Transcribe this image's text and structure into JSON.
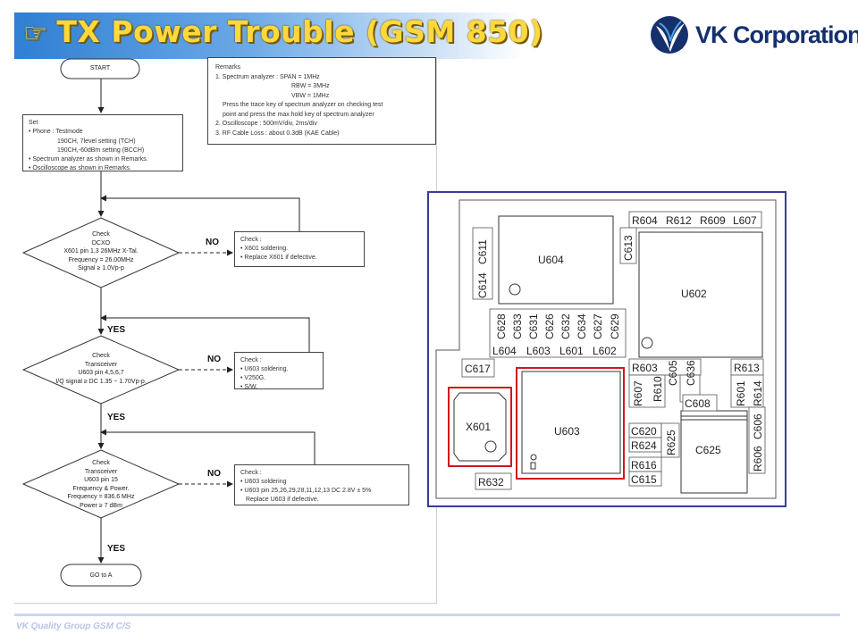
{
  "header": {
    "title_icon": "☞",
    "title": "TX Power Trouble (GSM 850)",
    "logo_text": "VK Corporation"
  },
  "flow": {
    "start": "START",
    "end": "GO to A",
    "set_lines": [
      "Set",
      "• Phone : Testmode",
      "190CH, 7level setting (TCH)",
      "190CH,-60dBm setting (BCCH)",
      "• Spectrum analyzer as shown in Remarks.",
      "• Oscilloscope as shown in Remarks."
    ],
    "remarks_lines": [
      "Remarks",
      "1. Spectrum analyzer :   SPAN = 1MHz",
      "RBW  = 3MHz",
      "VBW  = 1MHz",
      "Press the trace key of spectrum analyzer on checking test",
      "point and press the max hold key of spectrum analyzer",
      "2. Oscilloscope : 500mV/div, 2ms/div",
      "3. RF Cable Loss : about 0.3dB (KAE Cable)"
    ],
    "decisions": [
      {
        "lines": [
          "Check",
          "DCXO",
          "X601 pin 1,3 26MHz X-Tal.",
          "Frequency = 26.00MHz",
          "Signal ≥ 1.0Vp-p"
        ]
      },
      {
        "lines": [
          "Check",
          "Transceiver",
          "U603 pin 4,5,6,7",
          "I/Q signal ≥ DC 1.35 ~ 1.70Vp-p."
        ]
      },
      {
        "lines": [
          "Check",
          "Transceiver",
          "U603 pin 15",
          "Frequency & Power.",
          "Frequency = 836.6 MHz",
          "Power ≥ 7 dBm"
        ]
      }
    ],
    "checks": [
      {
        "lines": [
          "Check :",
          "• X601 soldering.",
          "• Replace X601 if defective."
        ]
      },
      {
        "lines": [
          "Check :",
          "• U603 soldering.",
          "• V250G.",
          "• S/W."
        ]
      },
      {
        "lines": [
          "Check :",
          "• U603 soldering",
          "• U603 pin 25,26,29,28,11,12,13 DC 2.8V ± 5%",
          "Replace U603 if defective."
        ]
      }
    ],
    "labels": {
      "yes": "YES",
      "no": "NO"
    }
  },
  "pcb": {
    "components": [
      "U604",
      "U602",
      "U603",
      "X601",
      "C625",
      "R604",
      "R612",
      "R609",
      "L607",
      "C613",
      "C611",
      "C614",
      "C628",
      "C633",
      "C631",
      "C626",
      "C632",
      "C634",
      "C627",
      "C629",
      "L604",
      "L603",
      "L601",
      "L602",
      "C617",
      "R603",
      "R607",
      "R610",
      "C605",
      "C636",
      "R613",
      "R601",
      "R614",
      "C606",
      "R606",
      "C608",
      "C620",
      "R624",
      "R625",
      "R616",
      "C615",
      "R632"
    ],
    "highlight_color": "#d01818"
  },
  "footer": {
    "text": "VK Quality Group GSM C/S"
  }
}
